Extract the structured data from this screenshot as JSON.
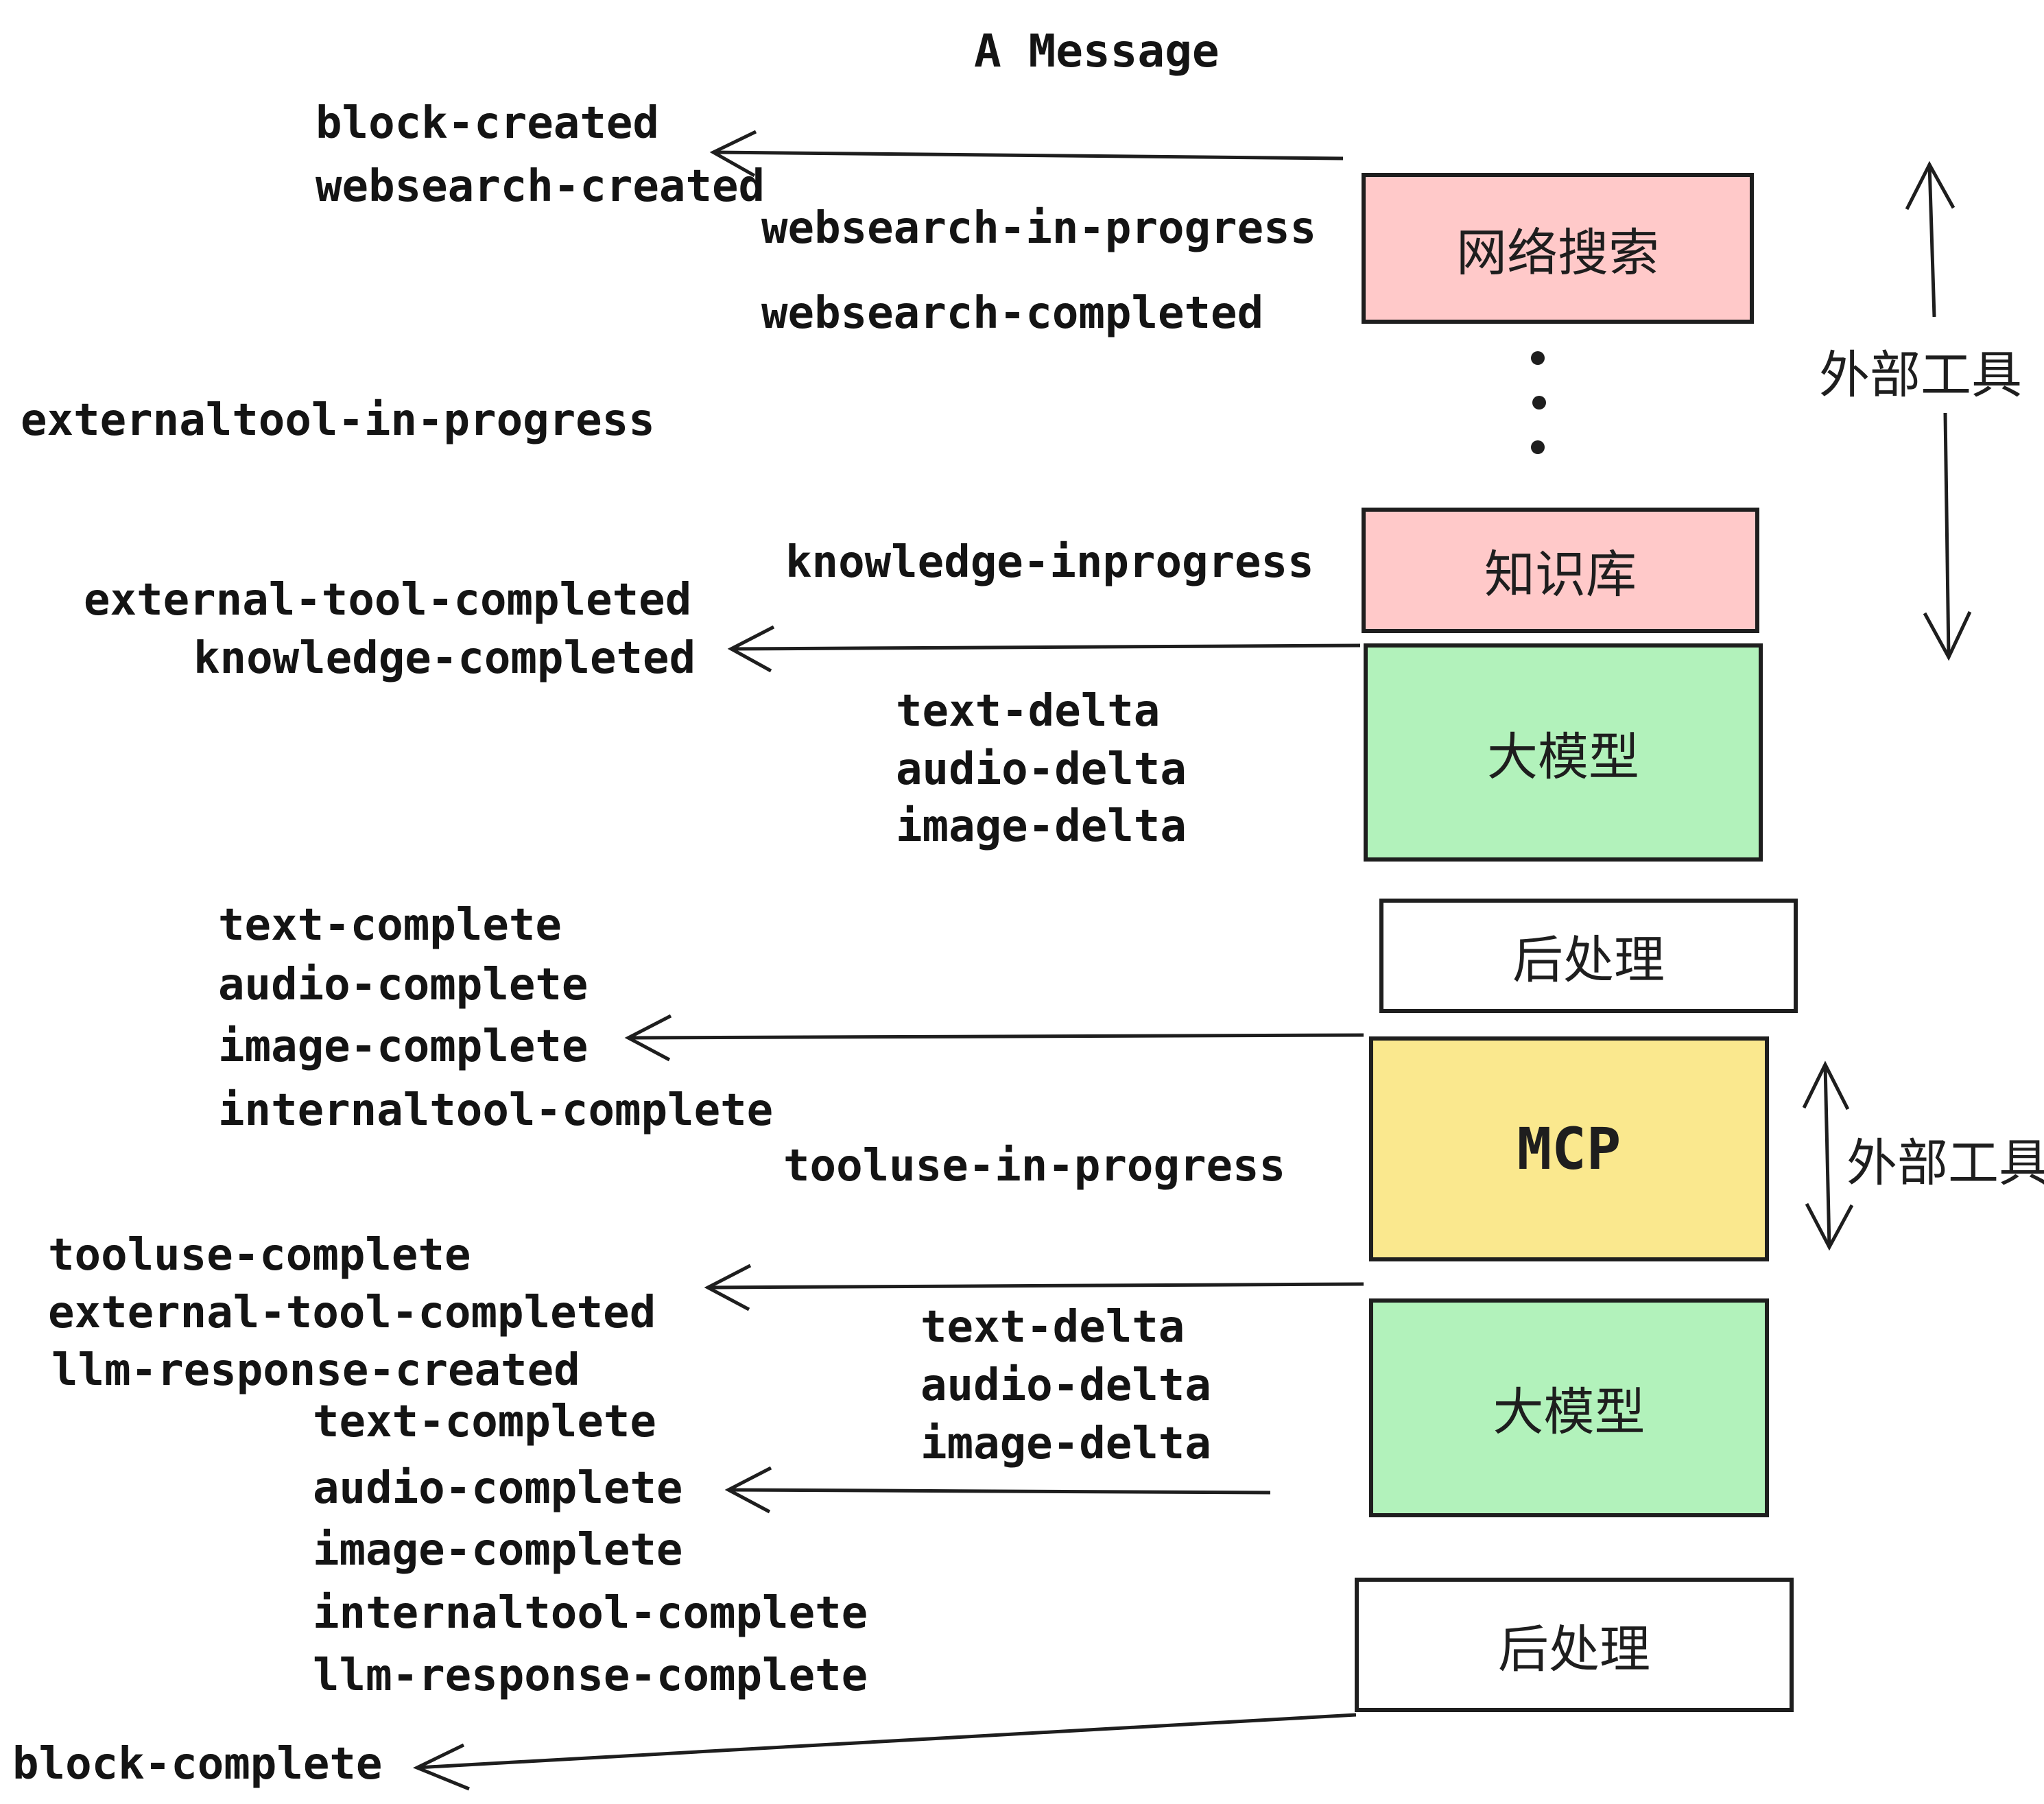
{
  "title": "A Message",
  "colors": {
    "background": "#ffffff",
    "stroke": "#1e1e1e",
    "pink": "#ffc9c9",
    "green": "#b2f2bb",
    "yellow": "#fae88e",
    "white_box": "#ffffff"
  },
  "boxes": [
    {
      "id": "websearch",
      "label": "网络搜索",
      "fill": "#ffc9c9"
    },
    {
      "id": "knowledge",
      "label": "知识库",
      "fill": "#ffc9c9"
    },
    {
      "id": "llm-1",
      "label": "大模型",
      "fill": "#b2f2bb"
    },
    {
      "id": "postprocess-1",
      "label": "后处理",
      "fill": "#ffffff"
    },
    {
      "id": "mcp",
      "label": "MCP",
      "fill": "#fae88e"
    },
    {
      "id": "llm-2",
      "label": "大模型",
      "fill": "#b2f2bb"
    },
    {
      "id": "postprocess-2",
      "label": "后处理",
      "fill": "#ffffff"
    }
  ],
  "side_labels": {
    "external_tools_top": "外部工具",
    "external_tools_bottom": "外部工具"
  },
  "events": {
    "block_created": "block-created",
    "websearch_created": "websearch-created",
    "websearch_in_progress": "websearch-in-progress",
    "websearch_completed": "websearch-completed",
    "externaltool_in_progress": "externaltool-in-progress",
    "knowledge_inprogress": "knowledge-inprogress",
    "external_tool_completed": "external-tool-completed",
    "knowledge_completed": "knowledge-completed",
    "text_delta": "text-delta",
    "audio_delta": "audio-delta",
    "image_delta": "image-delta",
    "text_complete": "text-complete",
    "audio_complete": "audio-complete",
    "image_complete": "image-complete",
    "internaltool_complete": "internaltool-complete",
    "tooluse_in_progress": "tooluse-in-progress",
    "tooluse_complete": "tooluse-complete",
    "llm_response_created": "llm-response-created",
    "llm_response_complete": "llm-response-complete",
    "block_complete": "block-complete"
  },
  "ellipsis_dot_count": 3
}
